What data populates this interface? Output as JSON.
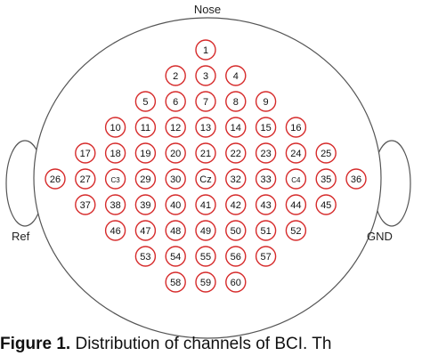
{
  "labels": {
    "nose": "Nose",
    "ref": "Ref",
    "gnd": "GND"
  },
  "electrode_color": "#d62b2b",
  "rows": [
    [
      "1"
    ],
    [
      "2",
      "3",
      "4"
    ],
    [
      "5",
      "6",
      "7",
      "8",
      "9"
    ],
    [
      "10",
      "11",
      "12",
      "13",
      "14",
      "15",
      "16"
    ],
    [
      "17",
      "18",
      "19",
      "20",
      "21",
      "22",
      "23",
      "24",
      "25"
    ],
    [
      "26",
      "27",
      "C3",
      "29",
      "30",
      "Cz",
      "32",
      "33",
      "C4",
      "35",
      "36"
    ],
    [
      "37",
      "38",
      "39",
      "40",
      "41",
      "42",
      "43",
      "44",
      "45"
    ],
    [
      "46",
      "47",
      "48",
      "49",
      "50",
      "51",
      "52"
    ],
    [
      "53",
      "54",
      "55",
      "56",
      "57"
    ],
    [
      "58",
      "59",
      "60"
    ]
  ],
  "caption": {
    "bold": "Figure 1.",
    "text": " Distribution of channels of BCI. Th"
  }
}
